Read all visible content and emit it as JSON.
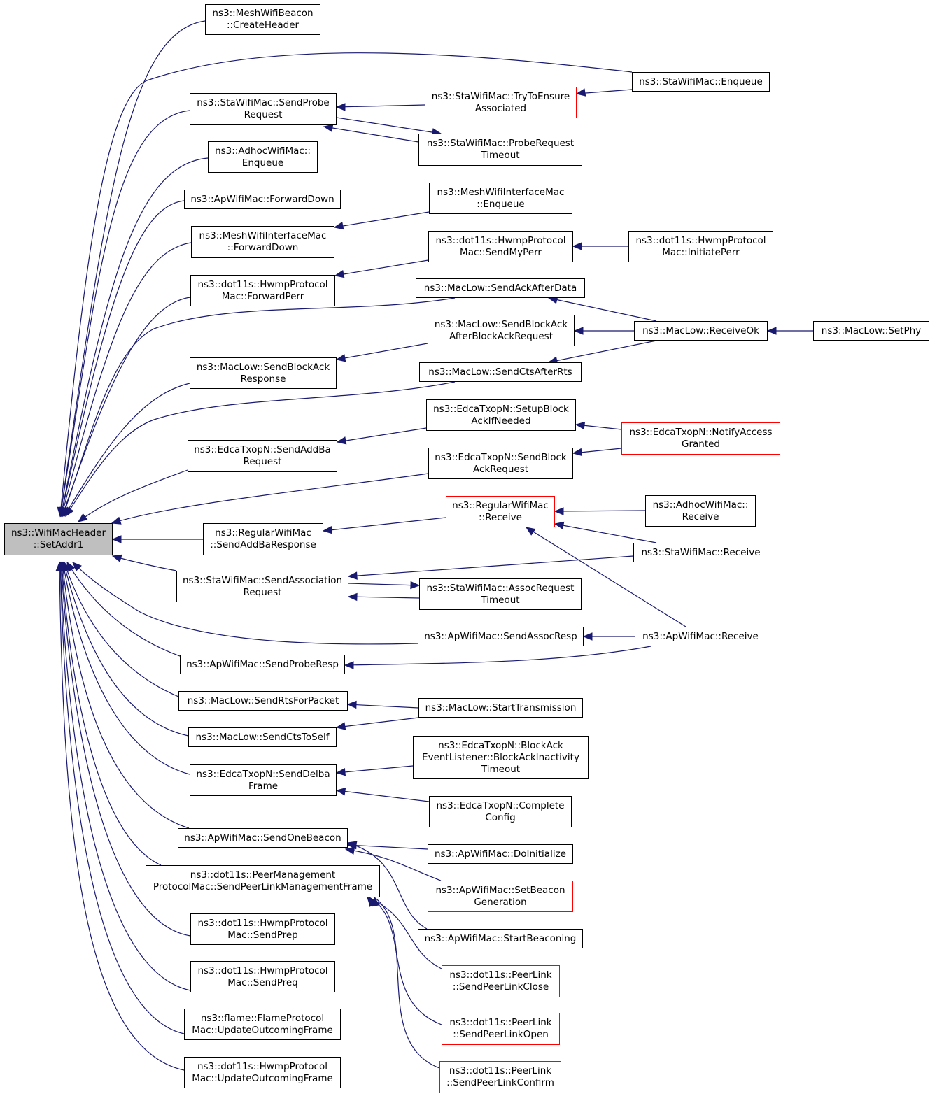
{
  "graph": {
    "root": "ns3::WifiMacHeader\n::SetAddr1",
    "nodes": {
      "mesh_beacon_create": "ns3::MeshWifiBeacon\n::CreateHeader",
      "sta_enqueue": "ns3::StaWifiMac::Enqueue",
      "sta_send_probe": "ns3::StaWifiMac::SendProbe\nRequest",
      "sta_try_assoc": "ns3::StaWifiMac::TryToEnsure\nAssociated",
      "sta_probe_timeout": "ns3::StaWifiMac::ProbeRequest\nTimeout",
      "adhoc_enqueue": "ns3::AdhocWifiMac::\nEnqueue",
      "ap_forward_down": "ns3::ApWifiMac::ForwardDown",
      "mesh_iface_enqueue": "ns3::MeshWifiInterfaceMac\n::Enqueue",
      "mesh_iface_forward": "ns3::MeshWifiInterfaceMac\n::ForwardDown",
      "hwmp_send_my_perr": "ns3::dot11s::HwmpProtocol\nMac::SendMyPerr",
      "hwmp_initiate_perr": "ns3::dot11s::HwmpProtocol\nMac::InitiatePerr",
      "hwmp_forward_perr": "ns3::dot11s::HwmpProtocol\nMac::ForwardPerr",
      "maclow_ack_after_data": "ns3::MacLow::SendAckAfterData",
      "maclow_blockack_after_req": "ns3::MacLow::SendBlockAck\nAfterBlockAckRequest",
      "maclow_receive_ok": "ns3::MacLow::ReceiveOk",
      "maclow_set_phy": "ns3::MacLow::SetPhy",
      "maclow_blockack_response": "ns3::MacLow::SendBlockAck\nResponse",
      "maclow_cts_after_rts": "ns3::MacLow::SendCtsAfterRts",
      "edca_setup_block": "ns3::EdcaTxopN::SetupBlock\nAckIfNeeded",
      "edca_notify_access": "ns3::EdcaTxopN::NotifyAccess\nGranted",
      "edca_send_addba": "ns3::EdcaTxopN::SendAddBa\nRequest",
      "edca_send_block_req": "ns3::EdcaTxopN::SendBlock\nAckRequest",
      "regular_receive": "ns3::RegularWifiMac\n::Receive",
      "adhoc_receive": "ns3::AdhocWifiMac::\nReceive",
      "regular_addba_resp": "ns3::RegularWifiMac\n::SendAddBaResponse",
      "sta_receive": "ns3::StaWifiMac::Receive",
      "sta_send_assoc": "ns3::StaWifiMac::SendAssociation\nRequest",
      "sta_assoc_timeout": "ns3::StaWifiMac::AssocRequest\nTimeout",
      "ap_send_assoc_resp": "ns3::ApWifiMac::SendAssocResp",
      "ap_receive": "ns3::ApWifiMac::Receive",
      "ap_send_probe_resp": "ns3::ApWifiMac::SendProbeResp",
      "maclow_rts_for_packet": "ns3::MacLow::SendRtsForPacket",
      "maclow_start_tx": "ns3::MacLow::StartTransmission",
      "maclow_cts_to_self": "ns3::MacLow::SendCtsToSelf",
      "edca_blockack_inactivity": "ns3::EdcaTxopN::BlockAck\nEventListener::BlockAckInactivity\nTimeout",
      "edca_send_delba": "ns3::EdcaTxopN::SendDelba\nFrame",
      "edca_complete_config": "ns3::EdcaTxopN::Complete\nConfig",
      "ap_send_one_beacon": "ns3::ApWifiMac::SendOneBeacon",
      "ap_do_initialize": "ns3::ApWifiMac::DoInitialize",
      "peer_mgmt_send": "ns3::dot11s::PeerManagement\nProtocolMac::SendPeerLinkManagementFrame",
      "ap_set_beacon_gen": "ns3::ApWifiMac::SetBeacon\nGeneration",
      "ap_start_beaconing": "ns3::ApWifiMac::StartBeaconing",
      "hwmp_send_prep": "ns3::dot11s::HwmpProtocol\nMac::SendPrep",
      "peer_link_close": "ns3::dot11s::PeerLink\n::SendPeerLinkClose",
      "hwmp_send_preq": "ns3::dot11s::HwmpProtocol\nMac::SendPreq",
      "peer_link_open": "ns3::dot11s::PeerLink\n::SendPeerLinkOpen",
      "flame_update": "ns3::flame::FlameProtocol\nMac::UpdateOutcomingFrame",
      "hwmp_update": "ns3::dot11s::HwmpProtocol\nMac::UpdateOutcomingFrame",
      "peer_link_confirm": "ns3::dot11s::PeerLink\n::SendPeerLinkConfirm"
    },
    "truncated_nodes": [
      "sta_try_assoc",
      "edca_notify_access",
      "regular_receive",
      "ap_set_beacon_gen",
      "peer_link_close",
      "peer_link_open",
      "peer_link_confirm"
    ],
    "edges": [
      [
        "mesh_beacon_create",
        "root"
      ],
      [
        "sta_enqueue",
        "root"
      ],
      [
        "sta_send_probe",
        "root"
      ],
      [
        "adhoc_enqueue",
        "root"
      ],
      [
        "ap_forward_down",
        "root"
      ],
      [
        "mesh_iface_forward",
        "root"
      ],
      [
        "hwmp_forward_perr",
        "root"
      ],
      [
        "maclow_ack_after_data",
        "root"
      ],
      [
        "maclow_blockack_response",
        "root"
      ],
      [
        "maclow_cts_after_rts",
        "root"
      ],
      [
        "edca_send_addba",
        "root"
      ],
      [
        "edca_send_block_req",
        "root"
      ],
      [
        "regular_addba_resp",
        "root"
      ],
      [
        "sta_send_assoc",
        "root"
      ],
      [
        "ap_send_assoc_resp",
        "root"
      ],
      [
        "ap_send_probe_resp",
        "root"
      ],
      [
        "maclow_rts_for_packet",
        "root"
      ],
      [
        "maclow_cts_to_self",
        "root"
      ],
      [
        "edca_send_delba",
        "root"
      ],
      [
        "ap_send_one_beacon",
        "root"
      ],
      [
        "peer_mgmt_send",
        "root"
      ],
      [
        "hwmp_send_prep",
        "root"
      ],
      [
        "hwmp_send_preq",
        "root"
      ],
      [
        "flame_update",
        "root"
      ],
      [
        "hwmp_update",
        "root"
      ],
      [
        "sta_enqueue",
        "sta_try_assoc"
      ],
      [
        "sta_try_assoc",
        "sta_send_probe"
      ],
      [
        "sta_probe_timeout",
        "sta_send_probe"
      ],
      [
        "sta_send_probe",
        "sta_probe_timeout"
      ],
      [
        "mesh_iface_enqueue",
        "mesh_iface_forward"
      ],
      [
        "hwmp_send_my_perr",
        "hwmp_forward_perr"
      ],
      [
        "hwmp_initiate_perr",
        "hwmp_send_my_perr"
      ],
      [
        "maclow_receive_ok",
        "maclow_ack_after_data"
      ],
      [
        "maclow_receive_ok",
        "maclow_blockack_after_req"
      ],
      [
        "maclow_receive_ok",
        "maclow_cts_after_rts"
      ],
      [
        "maclow_set_phy",
        "maclow_receive_ok"
      ],
      [
        "maclow_blockack_after_req",
        "maclow_blockack_response"
      ],
      [
        "edca_setup_block",
        "edca_send_addba"
      ],
      [
        "edca_notify_access",
        "edca_setup_block"
      ],
      [
        "edca_notify_access",
        "edca_send_block_req"
      ],
      [
        "regular_receive",
        "regular_addba_resp"
      ],
      [
        "adhoc_receive",
        "regular_receive"
      ],
      [
        "sta_receive",
        "regular_receive"
      ],
      [
        "ap_receive",
        "regular_receive"
      ],
      [
        "sta_receive",
        "sta_send_assoc"
      ],
      [
        "sta_assoc_timeout",
        "sta_send_assoc"
      ],
      [
        "sta_send_assoc",
        "sta_assoc_timeout"
      ],
      [
        "ap_receive",
        "ap_send_assoc_resp"
      ],
      [
        "ap_receive",
        "ap_send_probe_resp"
      ],
      [
        "maclow_start_tx",
        "maclow_rts_for_packet"
      ],
      [
        "maclow_start_tx",
        "maclow_cts_to_self"
      ],
      [
        "edca_blockack_inactivity",
        "edca_send_delba"
      ],
      [
        "edca_complete_config",
        "edca_send_delba"
      ],
      [
        "ap_do_initialize",
        "ap_send_one_beacon"
      ],
      [
        "ap_set_beacon_gen",
        "ap_send_one_beacon"
      ],
      [
        "ap_start_beaconing",
        "ap_send_one_beacon"
      ],
      [
        "peer_link_close",
        "peer_mgmt_send"
      ],
      [
        "peer_link_open",
        "peer_mgmt_send"
      ],
      [
        "peer_link_confirm",
        "peer_mgmt_send"
      ]
    ]
  },
  "colors": {
    "edge": "#191970",
    "border": "#000000",
    "truncated_border": "#ff0000",
    "root_fill": "#bfbfbf"
  }
}
